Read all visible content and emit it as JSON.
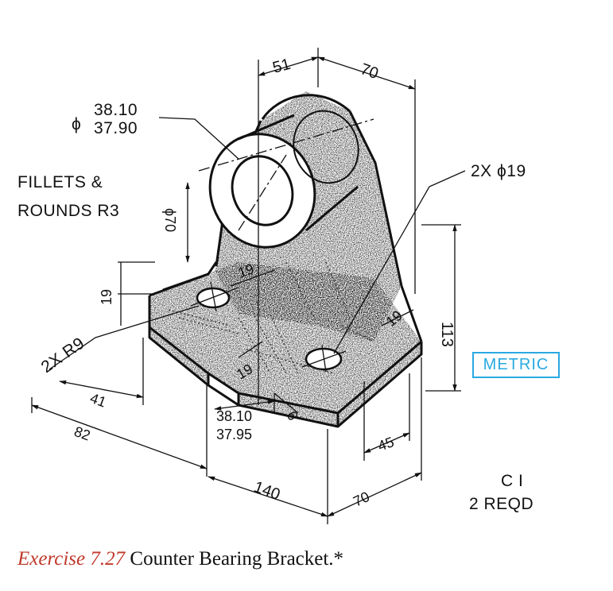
{
  "notes": {
    "diameter_upper": "38.10",
    "diameter_lower": "37.90",
    "diameter_symbol": "ϕ",
    "fillets_line1": "FILLETS &",
    "fillets_line2": "ROUNDS R3",
    "holes": "2X ϕ19",
    "radius": "2X R9",
    "metric": "METRIC",
    "part_no": "C I",
    "qty": "2 REQD"
  },
  "dimensions": {
    "d51": "51",
    "d70_top": "70",
    "d70_phi": "ϕ70",
    "d19_left": "19",
    "d19_web": "19",
    "d19_right": "19",
    "d19_bottom": "19",
    "d113": "113",
    "d41": "41",
    "d82": "82",
    "slot_upper": "38.10",
    "slot_lower": "37.95",
    "d6": "6",
    "d45": "45",
    "d140": "140",
    "d70_bottom": "70"
  },
  "caption": {
    "exercise": "Exercise 7.27",
    "title": "Counter Bearing Bracket.*"
  },
  "colors": {
    "ink": "#111111",
    "metric_blue": "#29a9e0",
    "caption_red": "#c0392b"
  }
}
